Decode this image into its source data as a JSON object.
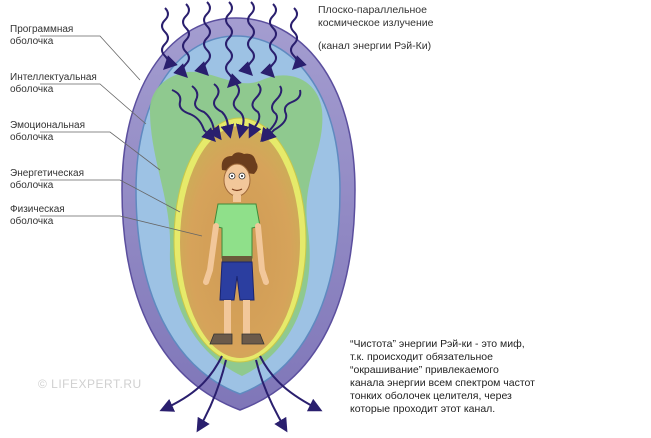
{
  "shells": [
    {
      "id": "programmatic",
      "lines": [
        "Программная",
        "оболочка"
      ]
    },
    {
      "id": "intellectual",
      "lines": [
        "Интеллектуальная",
        "оболочка"
      ]
    },
    {
      "id": "emotional",
      "lines": [
        "Эмоциональная",
        "оболочка"
      ]
    },
    {
      "id": "energetic",
      "lines": [
        "Энергетическая",
        "оболочка"
      ]
    },
    {
      "id": "physical",
      "lines": [
        "Физическая",
        "оболочка"
      ]
    }
  ],
  "radiation": {
    "lines": [
      "Плоско-параллельное",
      "космическое излучение"
    ],
    "channel": "(канал энергии Рэй-Ки)"
  },
  "note": {
    "lines": [
      "“Чистота” энергии Рэй-ки - это миф,",
      "т.к. происходит обязательное",
      "“окрашивание” привлекаемого",
      "канала энергии всем спектром частот",
      "тонких оболочек целителя, через",
      "которые проходит этот канал."
    ]
  },
  "watermark": "© LIFEXPERT.RU",
  "colors": {
    "outer_shell": "#8e86c2",
    "mental_shell": "#9cc0e2",
    "emotional_shell": "#8fca8a",
    "energy_shell": "#e8e76a",
    "physical_core": "#d79a52",
    "arrows": "#2a1f6e"
  }
}
